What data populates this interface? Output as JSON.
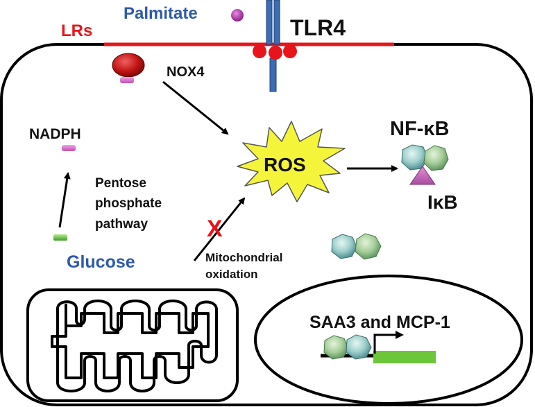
{
  "labels": {
    "lrs": "LRs",
    "palmitate": "Palmitate",
    "tlr4": "TLR4",
    "nox4": "NOX4",
    "nadph": "NADPH",
    "pentose_line1": "Pentose",
    "pentose_line2": "phosphate",
    "pentose_line3": "pathway",
    "glucose": "Glucose",
    "ros": "ROS",
    "nfkb": "NF-κB",
    "ikb": "IκB",
    "mito_line1": "Mitochondrial",
    "mito_line2": "oxidation",
    "blocked_mark": "X",
    "genes": "SAA3 and MCP-1"
  },
  "colors": {
    "membrane_red": "#e8141b",
    "blue_text": "#2f5aa8",
    "tlr4_blue": "#3a6db5",
    "gene_green": "#6cc63a",
    "ros_yellow": "#f4f53a",
    "magenta": "#d469c6",
    "nox_red": "#c41414"
  }
}
